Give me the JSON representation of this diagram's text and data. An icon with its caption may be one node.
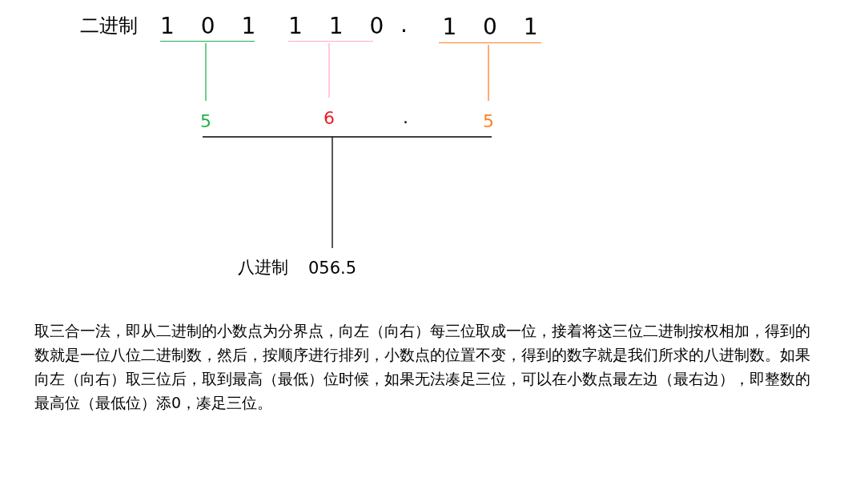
{
  "diagram": {
    "nodes": [
      {
        "text": [
          "1 0 1"
        ]
      },
      {
        "text": [
          "1 1 0"
        ]
      },
      {
        "text": [
          "1 0 1"
        ]
      },
      {
        "text": [
          "5"
        ]
      },
      {
        "text": [
          "6"
        ]
      },
      {
        "text": [
          "5"
        ]
      },
      {
        "text": [
          "056.5"
        ]
      }
    ],
    "edges": [
      {
        "from": 0,
        "to": 3,
        "arrow": "none",
        "color": "#22b14c"
      },
      {
        "from": 1,
        "to": 4,
        "arrow": "none",
        "color": "#ffaec9"
      },
      {
        "from": 2,
        "to": 5,
        "arrow": "none",
        "color": "#ff7f27"
      },
      {
        "from": 3,
        "to": 6,
        "arrow": "none"
      },
      {
        "from": 4,
        "to": 6,
        "arrow": "none"
      },
      {
        "from": 5,
        "to": 6,
        "arrow": "none"
      }
    ],
    "labels": [
      "二进制",
      ".",
      ".",
      "八进制",
      "取三合一法，即从二进制的小数点为分界点，向左（向右）每三位取成一位，接着将这三位二进制按权相加，得到的数就是一位八位二进制数，然后，按顺序进行排列，小数点的位置不变，得到的数字就是我们所求的八进制数。如果向左（向右）取三位后，取到最高（最低）位时候，如果无法凑足三位，可以在小数点最左边（最右边），即整数的最高位（最低位）添0，凑足三位。"
    ]
  }
}
